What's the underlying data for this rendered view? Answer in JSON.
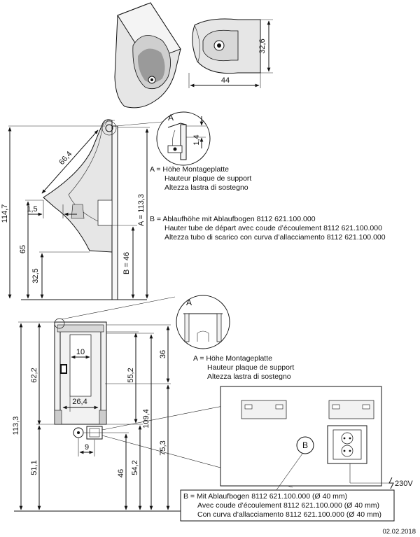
{
  "top_view": {
    "width": "44",
    "depth": "32,6"
  },
  "side_view": {
    "total_height": "114,7",
    "diag": "66,4",
    "gap": "1,5",
    "height_65": "65",
    "height_325": "32,5",
    "a_height": "A = 113,3",
    "b_height": "B = 46",
    "detail_letter": "A",
    "detail_dim": "1,4"
  },
  "note_a_top": [
    "A = Höhe Montageplatte",
    "Hauteur plaque de support",
    "Altezza lastra di sostegno"
  ],
  "note_b": [
    "B = Ablaufhöhe mit Ablaufbogen 8112 621.100.000",
    "Hauter tube de départ avec coude d’écoulement 8112 621.100.000",
    "Altezza tubo di scarico con curva d’allacciamento 8112 621.100.000"
  ],
  "front_view": {
    "d_1133": "113,3",
    "d_622": "62,2",
    "d_511": "51,1",
    "d_10": "10",
    "d_264": "26,4",
    "d_9": "9",
    "d_552": "55,2",
    "d_1094": "109,4",
    "d_46": "46",
    "d_542": "54,2",
    "d_36": "36",
    "d_753": "75,3",
    "detail_letter": "A"
  },
  "note_a_front": [
    "A = Höhe Montageplatte",
    "Hauteur plaque de support",
    "Altezza lastra di sostegno"
  ],
  "detail_b": {
    "letter": "B",
    "voltage": "230V"
  },
  "note_b_front": [
    "B = Mit Ablaufbogen 8112 621.100.000 (Ø 40 mm)",
    "Avec coude d’écoulement 8112 621.100.000 (Ø 40 mm)",
    "Con curva d’allacciamento 8112 621.100.000 (Ø 40 mm)"
  ],
  "date": "02.02.2018"
}
